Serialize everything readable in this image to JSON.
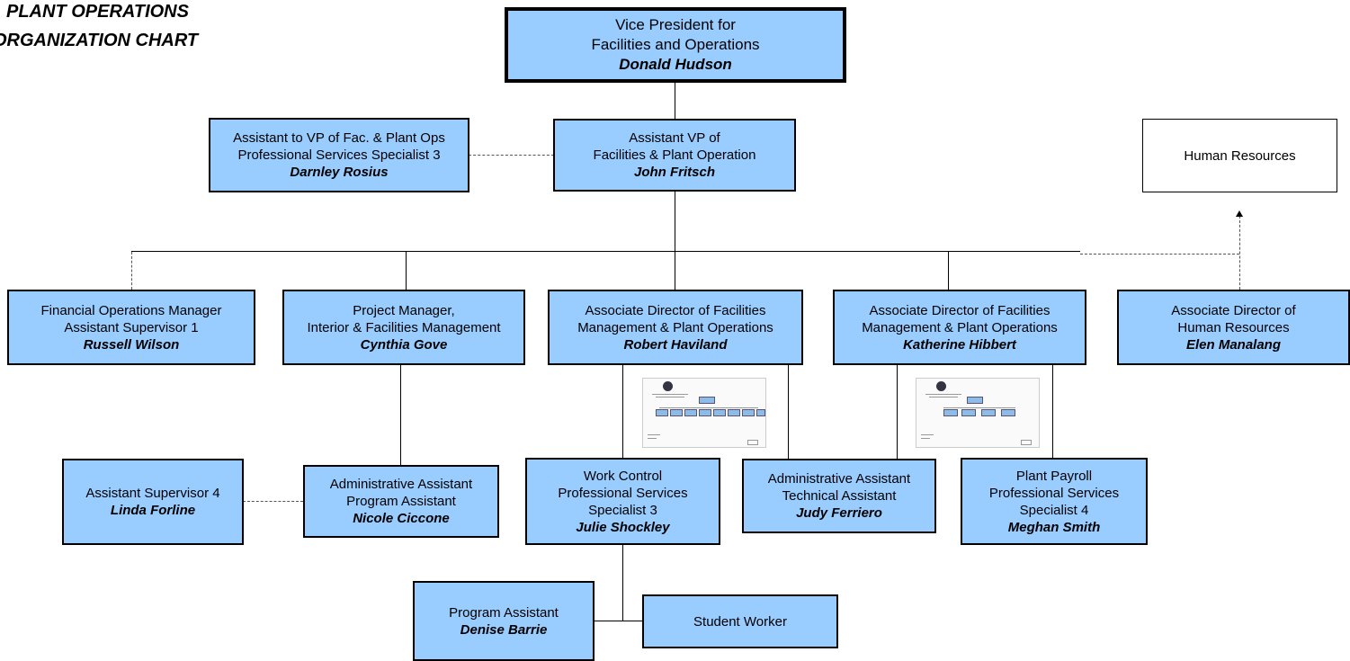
{
  "title": {
    "line1": "PLANT OPERATIONS",
    "line2": "ORGANIZATION CHART"
  },
  "vp": {
    "line1": "Vice President for",
    "line2": "Facilities and Operations",
    "name": "Donald Hudson"
  },
  "assistant_vp": {
    "line1": "Assistant VP of",
    "line2": "Facilities & Plant Operation",
    "name": "John Fritsch"
  },
  "assistant_to_vp": {
    "line1": "Assistant to VP of Fac. & Plant Ops",
    "line2": "Professional Services Specialist 3",
    "name": "Darnley Rosius"
  },
  "human_resources": {
    "label": "Human Resources"
  },
  "financial_ops": {
    "line1": "Financial Operations Manager",
    "line2": "Assistant Supervisor 1",
    "name": "Russell Wilson"
  },
  "project_manager": {
    "line1": "Project Manager,",
    "line2": "Interior & Facilities Management",
    "name": "Cynthia Gove"
  },
  "assoc_dir_1": {
    "line1": "Associate Director of Facilities",
    "line2": "Management & Plant Operations",
    "name": "Robert Haviland"
  },
  "assoc_dir_2": {
    "line1": "Associate Director of Facilities",
    "line2": "Management & Plant Operations",
    "name": "Katherine Hibbert"
  },
  "assoc_dir_hr": {
    "line1": "Associate Director of",
    "line2": "Human Resources",
    "name": "Elen Manalang"
  },
  "asst_supervisor_4": {
    "line1": "Assistant Supervisor 4",
    "name": "Linda Forline"
  },
  "admin_assistant_1": {
    "line1": "Administrative Assistant",
    "line2": "Program Assistant",
    "name": "Nicole Ciccone"
  },
  "work_control": {
    "line1": "Work Control",
    "line2": "Professional Services",
    "line3": "Specialist 3",
    "name": "Julie Shockley"
  },
  "admin_assistant_2": {
    "line1": "Administrative Assistant",
    "line2": "Technical Assistant",
    "name": "Judy Ferriero"
  },
  "plant_payroll": {
    "line1": "Plant Payroll",
    "line2": "Professional Services",
    "line3": "Specialist 4",
    "name": "Meghan Smith"
  },
  "program_assistant": {
    "line1": "Program Assistant",
    "name": "Denise Barrie"
  },
  "student_worker": {
    "label": "Student Worker"
  },
  "colors": {
    "box_fill": "#99ccff",
    "border": "#000000",
    "background": "#ffffff"
  },
  "icons": [
    "org-chart-thumbnail-icon",
    "org-chart-thumbnail-icon",
    "arrow-up-icon"
  ]
}
